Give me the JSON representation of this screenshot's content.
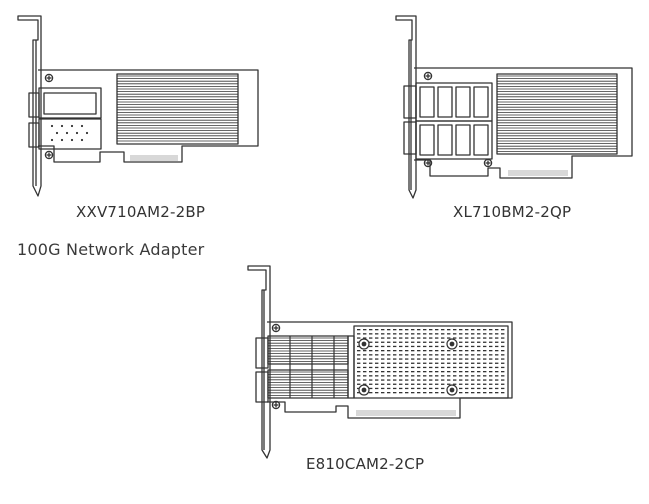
{
  "labels": {
    "card_top_left": "XXV710AM2-2BP",
    "card_top_right": "XL710BM2-2QP",
    "section_heading": "100G Network Adapter",
    "card_bottom": "E810CAM2-2CP"
  }
}
